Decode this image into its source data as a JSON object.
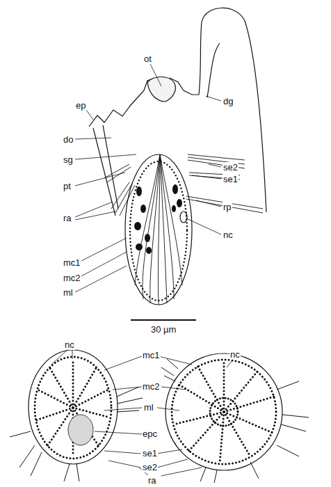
{
  "diagram": {
    "labels": [
      "ot",
      "ep",
      "dg",
      "do",
      "sg",
      "se2",
      "se1",
      "pt",
      "rp",
      "ra",
      "nc",
      "mc1",
      "mc2",
      "ml",
      "30 µm",
      "nc",
      "mc1",
      "nc",
      "mc2",
      "ml",
      "epc",
      "se1",
      "se2",
      "ra"
    ]
  }
}
